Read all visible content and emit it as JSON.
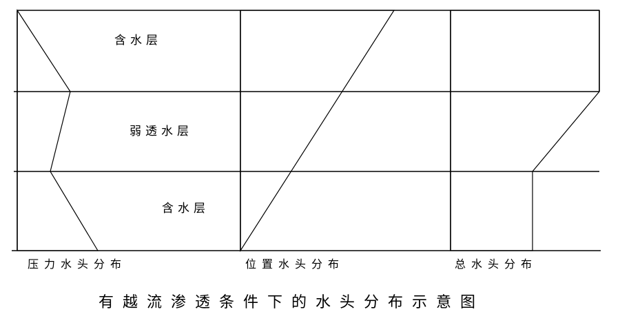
{
  "diagram": {
    "title": "有越流渗透条件下的水头分布示意图",
    "layers": [
      {
        "id": "upper",
        "label": "含水层"
      },
      {
        "id": "middle",
        "label": "弱透水层"
      },
      {
        "id": "lower",
        "label": "含水层"
      }
    ],
    "panels": [
      {
        "id": "pressure",
        "caption": "压力水头分布"
      },
      {
        "id": "elevation",
        "caption": "位置水头分布"
      },
      {
        "id": "total",
        "caption": "总水头分布"
      }
    ],
    "colors": {
      "line": "#000000",
      "background": "#ffffff",
      "hatch": "#000000"
    }
  }
}
